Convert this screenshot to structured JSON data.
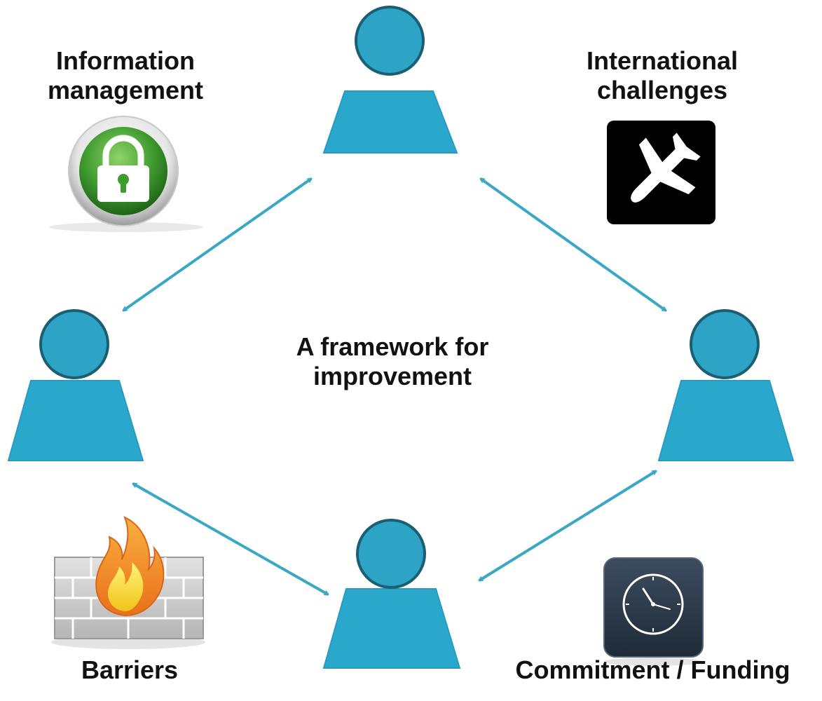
{
  "diagram": {
    "center_text": "A framework for\nimprovement",
    "topics": [
      {
        "id": "information-management",
        "label": "Information\nmanagement",
        "icon": "lock-icon"
      },
      {
        "id": "international-challenges",
        "label": "International\nchallenges",
        "icon": "airplane-icon"
      },
      {
        "id": "barriers",
        "label": "Barriers",
        "icon": "firewall-icon"
      },
      {
        "id": "commitment-funding",
        "label": "Commitment / Funding",
        "icon": "clock-icon"
      }
    ],
    "nodes": [
      "person-top",
      "person-left",
      "person-right",
      "person-bottom"
    ],
    "connections": [
      [
        "person-top",
        "person-left"
      ],
      [
        "person-top",
        "person-right"
      ],
      [
        "person-left",
        "person-bottom"
      ],
      [
        "person-bottom",
        "person-right"
      ]
    ],
    "colors": {
      "person_fill": "#29a8cc",
      "person_stroke": "#1b5f73",
      "arrow": "#3aa7c5",
      "text": "#111111",
      "lock_green": "#3f9b2e",
      "plane_bg": "#000000",
      "flame_orange": "#f08a1c",
      "flame_yellow": "#f6dc1a",
      "clock_bg": "#2b3a4c"
    }
  }
}
